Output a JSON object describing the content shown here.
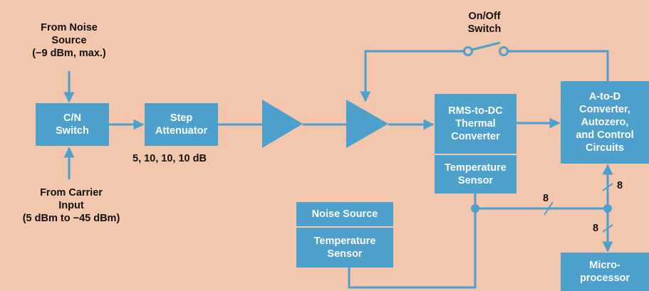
{
  "labels": {
    "noise_source_input": [
      "From Noise",
      "Source",
      "(−9 dBm, max.)"
    ],
    "carrier_input": [
      "From Carrier",
      "Input",
      "(5 dBm to −45 dBm)"
    ],
    "attenuator_steps": "5, 10, 10, 10 dB",
    "on_off_switch": [
      "On/Off",
      "Switch"
    ],
    "bus_width_right_upper": "8",
    "bus_width_right_lower": "8",
    "bus_width_middle": "8"
  },
  "blocks": {
    "cn_switch": [
      "C/N",
      "Switch"
    ],
    "step_attenuator": [
      "Step",
      "Attenuator"
    ],
    "rms_converter": [
      "RMS-to-DC",
      "Thermal",
      "Converter"
    ],
    "rms_temp_sensor": [
      "Temperature",
      "Sensor"
    ],
    "adc": [
      "A-to-D",
      "Converter,",
      "Autozero,",
      "and Control",
      "Circuits"
    ],
    "noise_source": [
      "Noise Source"
    ],
    "noise_temp_sensor": [
      "Temperature",
      "Sensor"
    ],
    "microprocessor": [
      "Micro-",
      "processor"
    ]
  },
  "colors": {
    "background": "#f2c7ae",
    "block": "#4d9fcc",
    "wire": "#4d9fcc",
    "text": "#111111"
  }
}
